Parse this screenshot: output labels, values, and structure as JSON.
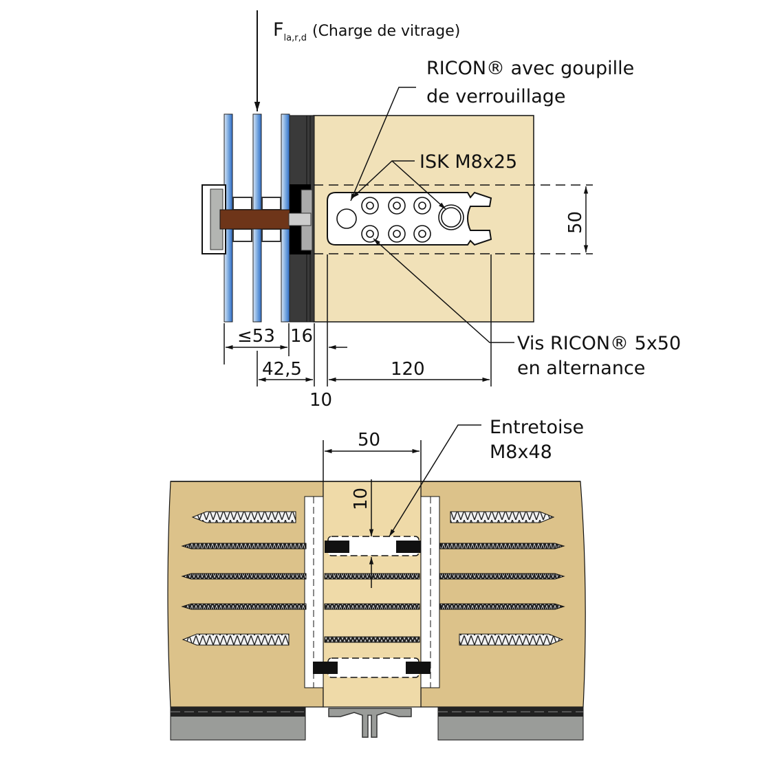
{
  "diagram": {
    "title": "RICON connector glazing detail",
    "colors": {
      "timber_light": "#f1e1b8",
      "timber_dark": "#dcc28a",
      "glass_blue": "#3f7fd0",
      "gasket_dark": "#3a3a3a",
      "spacer_brown": "#6e3519",
      "metal_grey": "#9a9c99",
      "line": "#111111"
    },
    "top_view": {
      "load_label": {
        "symbol": "F",
        "subscript": "la,r,d",
        "text": "(Charge de vitrage)"
      },
      "callouts": {
        "ricon_pin_line1": "RICON® avec goupille",
        "ricon_pin_line2": "de verrouillage",
        "isk": "ISK M8x25",
        "vis_line1": "Vis RICON® 5x50",
        "vis_line2": "en alternance"
      },
      "dimensions": {
        "glass_max": "≤53",
        "gasket": "16",
        "offset": "42,5",
        "edge": "10",
        "length": "120",
        "height": "50"
      }
    },
    "bottom_view": {
      "callouts": {
        "spacer_line1": "Entretoise",
        "spacer_line2": "M8x48"
      },
      "dimensions": {
        "width": "50",
        "spacing": "10"
      }
    }
  }
}
